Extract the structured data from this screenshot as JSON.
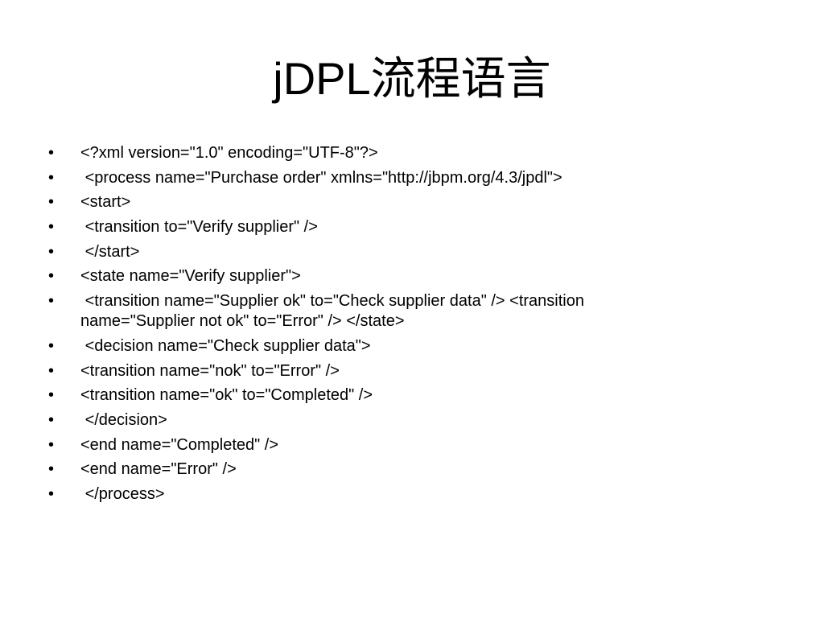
{
  "slide": {
    "title": "jDPL流程语言",
    "bullet_glyph": "•",
    "items": [
      "<?xml version=\"1.0\" encoding=\"UTF-8\"?>",
      " <process name=\"Purchase order\" xmlns=\"http://jbpm.org/4.3/jpdl\">",
      "<start>",
      " <transition to=\"Verify supplier\" />",
      " </start>",
      "<state name=\"Verify supplier\">",
      " <transition name=\"Supplier ok\" to=\"Check supplier data\" /> <transition name=\"Supplier not ok\" to=\"Error\" /> </state>",
      " <decision name=\"Check supplier data\">",
      "<transition name=\"nok\" to=\"Error\" />",
      "<transition name=\"ok\" to=\"Completed\" />",
      " </decision>",
      "<end name=\"Completed\" />",
      "<end name=\"Error\" />",
      " </process>"
    ]
  }
}
